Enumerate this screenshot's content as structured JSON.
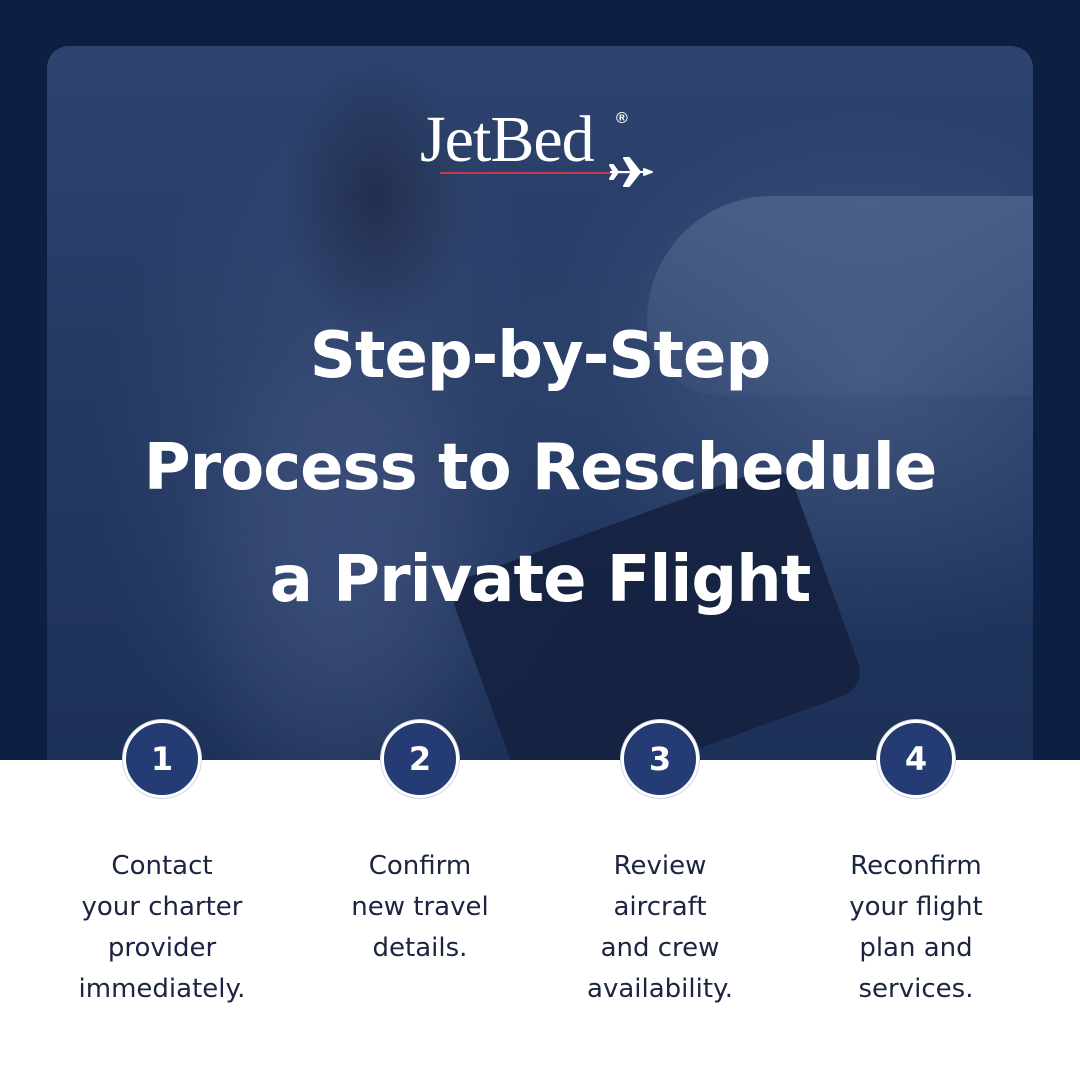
{
  "brand": {
    "logo_text": "JetBed",
    "registered_mark": "®",
    "accent_color": "#c23a4d",
    "navy_color": "#0e1f44",
    "badge_color": "#253b73"
  },
  "headline": {
    "lines": [
      "Step-by-Step",
      "Process to Reschedule",
      "a Private Flight"
    ]
  },
  "steps": [
    {
      "number": "1",
      "lines": [
        "Contact",
        "your charter",
        "provider",
        "immediately."
      ]
    },
    {
      "number": "2",
      "lines": [
        "Confirm",
        "new travel",
        "details."
      ]
    },
    {
      "number": "3",
      "lines": [
        "Review",
        "aircraft",
        "and crew",
        "availability."
      ]
    },
    {
      "number": "4",
      "lines": [
        "Reconfirm",
        "your flight",
        "plan and",
        "services."
      ]
    }
  ]
}
